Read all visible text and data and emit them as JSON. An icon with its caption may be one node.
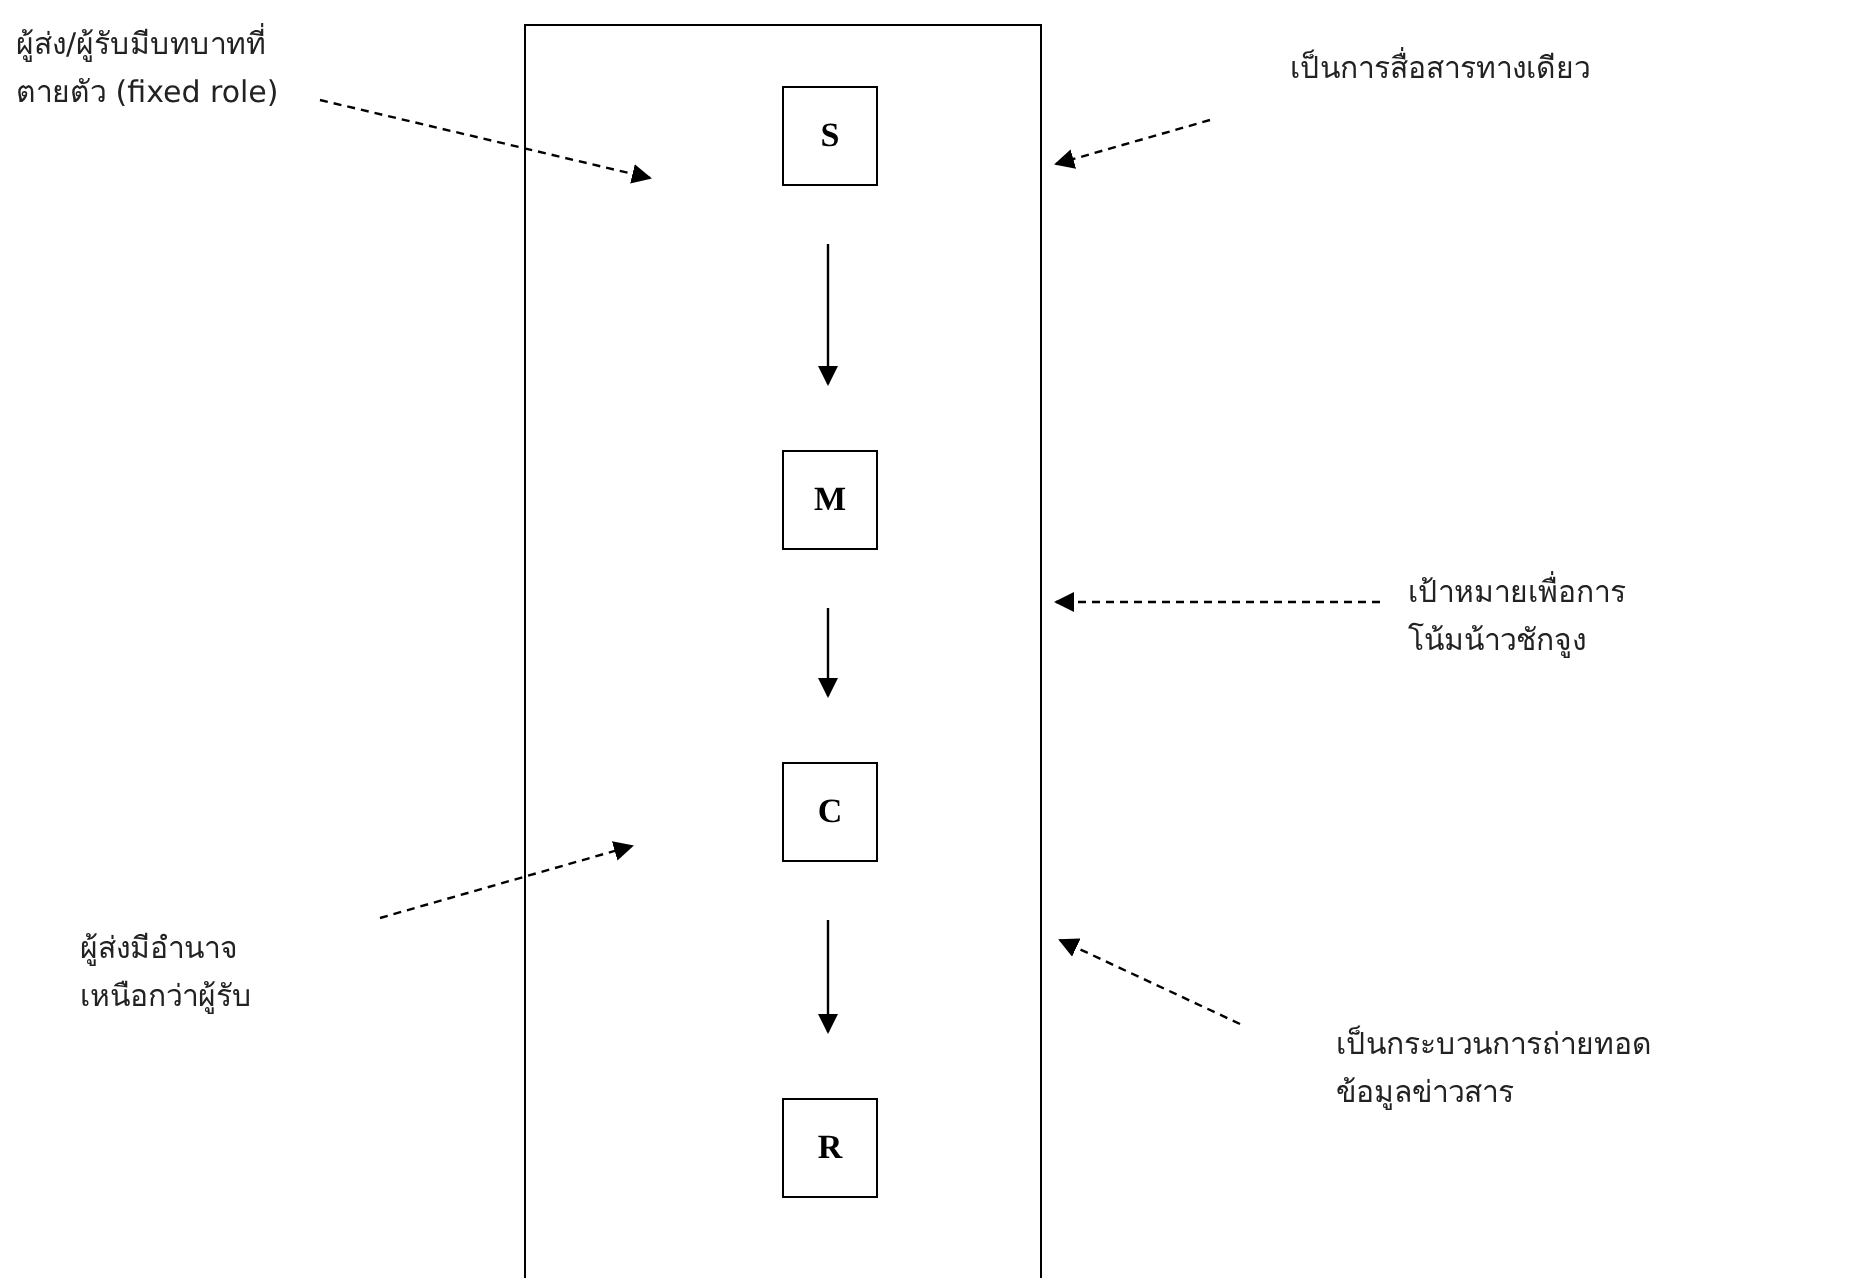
{
  "diagram": {
    "nodes": [
      {
        "text": [],
        "shape": "box"
      },
      {
        "text": [
          "S"
        ],
        "in": 0
      },
      {
        "text": [
          "M"
        ],
        "in": 0
      },
      {
        "text": [
          "C"
        ],
        "in": 0
      },
      {
        "text": [
          "R"
        ],
        "in": 0
      },
      {
        "text": [
          "ผู้ส่ง/ผู้รับมีบทบาทที่ตายตัว (fixed role)"
        ]
      },
      {
        "text": [
          "เป็นการสื่อสารทางเดียว"
        ]
      },
      {
        "text": [
          "เป้าหมายเพื่อการโน้มน้าวชักจูง"
        ]
      },
      {
        "text": [
          "ผู้ส่งมีอำนาจเหนือกว่าผู้รับ"
        ]
      },
      {
        "text": [
          "เป็นกระบวนการถ่ายทอดข้อมูลข่าวสาร"
        ]
      }
    ],
    "edges": [
      {
        "from": 1,
        "to": 2,
        "arrow": "to"
      },
      {
        "from": 2,
        "to": 3,
        "arrow": "to"
      },
      {
        "from": 3,
        "to": 4,
        "arrow": "to"
      },
      {
        "from": 5,
        "to": 0,
        "arrow": "to",
        "style": "dashed"
      },
      {
        "from": 6,
        "to": 0,
        "arrow": "to",
        "style": "dashed"
      },
      {
        "from": 7,
        "to": 0,
        "arrow": "to",
        "style": "dashed"
      },
      {
        "from": 8,
        "to": 0,
        "arrow": "to",
        "style": "dashed"
      },
      {
        "from": 9,
        "to": 0,
        "arrow": "to",
        "style": "dashed"
      }
    ]
  }
}
